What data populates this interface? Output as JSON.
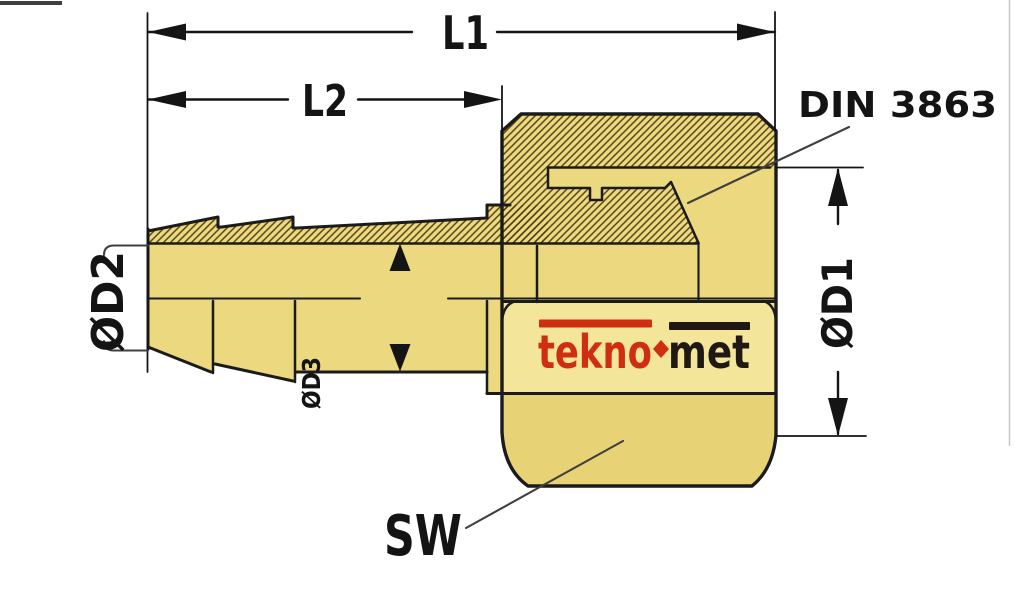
{
  "drawing": {
    "type": "technical-drawing",
    "subject": "Brass hose-barb fitting with union nut, half-section side view",
    "labels": {
      "l1": "L1",
      "l2": "L2",
      "din": "DIN 3863",
      "d1": "ØD1",
      "d2": "ØD2",
      "d3": "ØD3",
      "sw": "SW"
    },
    "logo": {
      "part1": "tekno",
      "part2": "met"
    },
    "colors": {
      "background": "#ffffff",
      "outline": "#1b1b1b",
      "brass": "#ecd87f",
      "brass_light": "#f3e59a",
      "brass_dark": "#e7d275",
      "hatch": "#4a3a10",
      "dim": "#141414",
      "leader": "#3f3f3f",
      "logo_red": "#d02e10",
      "logo_dark": "#201812",
      "page_edge": "#c8c8c8",
      "page_mark": "#3f3f3f"
    }
  }
}
